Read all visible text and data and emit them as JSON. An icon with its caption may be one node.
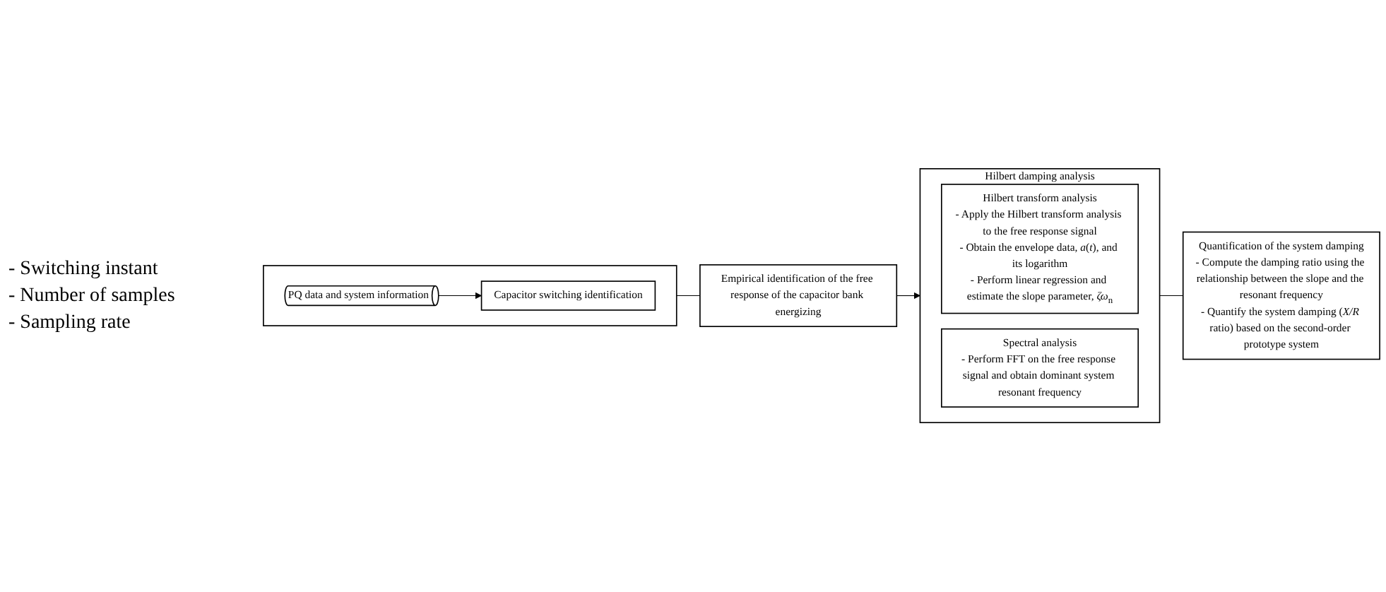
{
  "diagram": {
    "nodes": [
      {
        "text": [],
        "shape": "box"
      },
      {
        "text": [
          "PQ data and system information"
        ],
        "in": 0
      },
      {
        "text": [
          "Capacitor switching identification"
        ],
        "in": 0
      },
      {
        "text": [
          "Empirical identification of the free response of the capacitor bank energizing"
        ]
      },
      {
        "text": [
          "Hilbert damping analysis"
        ]
      },
      {
        "text": [
          "Hilbert transform analysis",
          "- Apply the Hilbert transform analysis to the free response signal",
          "- Obtain the envelope data, *a*(*t*), and its logarithm",
          "- Perform linear regression and estimate the slope parameter, *ζω*$_{n}$"
        ],
        "in": 4
      },
      {
        "text": [
          "Spectral analysis",
          "- Perform FFT on the free response signal and obtain dominant system resonant frequency"
        ],
        "in": 4
      },
      {
        "text": [
          "Quantification of the system damping",
          "- Compute the damping ratio using the relationship between the slope and the resonant frequency",
          "- Quantify the system damping (*X/R* ratio) based on the second-order prototype system"
        ]
      }
    ],
    "edges": [
      {
        "from": 1,
        "to": 2,
        "arrow": "to"
      },
      {
        "from": 0,
        "to": 3,
        "arrow": "none"
      },
      {
        "from": 3,
        "to": 4,
        "arrow": "to"
      },
      {
        "from": 4,
        "to": 7,
        "arrow": "none"
      }
    ],
    "labels": [
      "- Switching instant",
      "- Number of samples",
      "- Sampling rate"
    ]
  }
}
